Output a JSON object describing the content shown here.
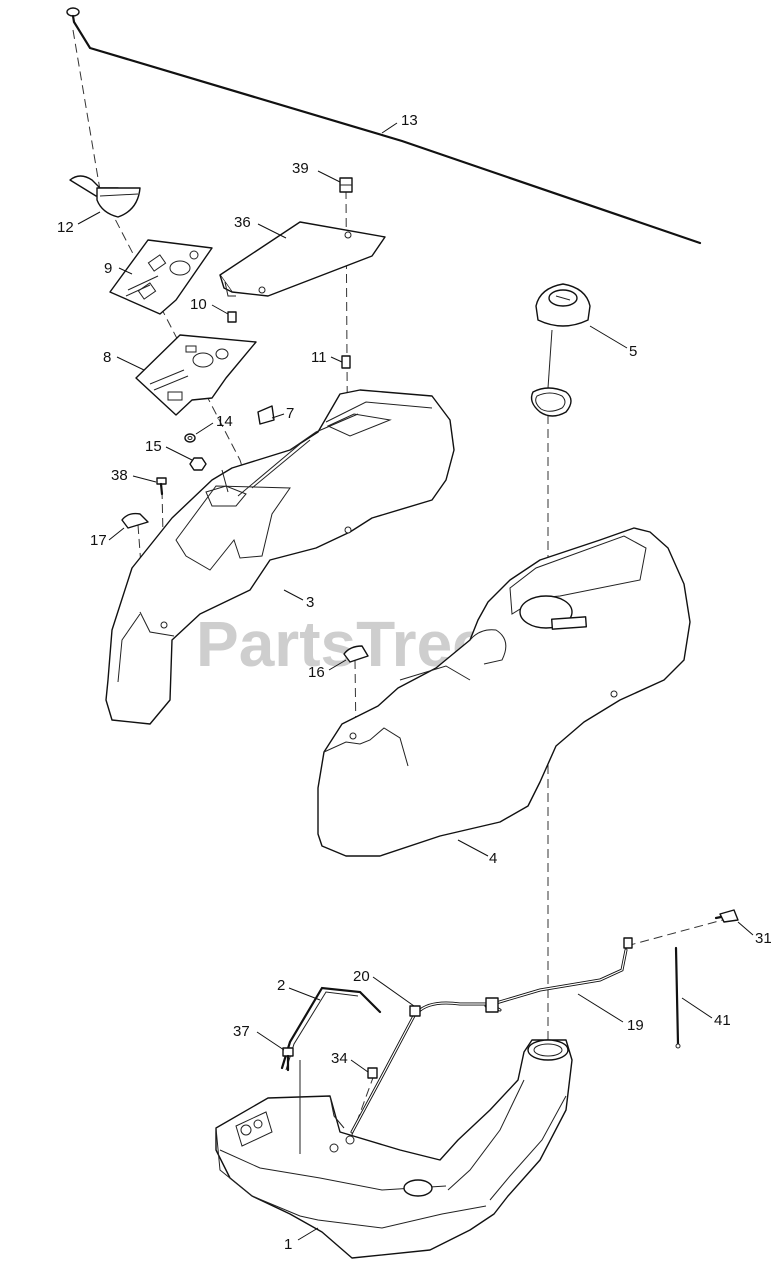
{
  "watermark": "PartsTree",
  "callouts": [
    {
      "id": "13",
      "label": "13"
    },
    {
      "id": "39",
      "label": "39"
    },
    {
      "id": "12",
      "label": "12"
    },
    {
      "id": "36",
      "label": "36"
    },
    {
      "id": "9",
      "label": "9"
    },
    {
      "id": "5",
      "label": "5"
    },
    {
      "id": "10",
      "label": "10"
    },
    {
      "id": "11",
      "label": "11"
    },
    {
      "id": "8",
      "label": "8"
    },
    {
      "id": "7",
      "label": "7"
    },
    {
      "id": "14",
      "label": "14"
    },
    {
      "id": "15",
      "label": "15"
    },
    {
      "id": "38",
      "label": "38"
    },
    {
      "id": "17",
      "label": "17"
    },
    {
      "id": "3",
      "label": "3"
    },
    {
      "id": "16",
      "label": "16"
    },
    {
      "id": "4",
      "label": "4"
    },
    {
      "id": "31",
      "label": "31"
    },
    {
      "id": "20",
      "label": "20"
    },
    {
      "id": "2",
      "label": "2"
    },
    {
      "id": "19",
      "label": "19"
    },
    {
      "id": "41",
      "label": "41"
    },
    {
      "id": "37",
      "label": "37"
    },
    {
      "id": "34",
      "label": "34"
    },
    {
      "id": "1",
      "label": "1"
    }
  ]
}
